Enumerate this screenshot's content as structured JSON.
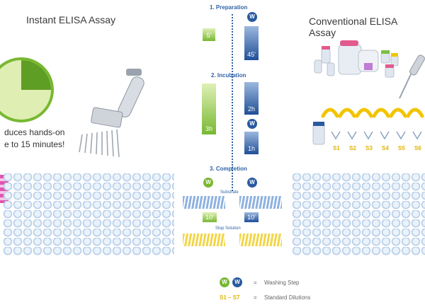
{
  "left": {
    "title": "Instant ELISA Assay",
    "note_line1": "duces hands-on",
    "note_line2": "e to 15 minutes!"
  },
  "right": {
    "title": "Conventional ELISA Assay",
    "dilutions": [
      "S1",
      "S2",
      "S3",
      "S4",
      "S5",
      "S6"
    ]
  },
  "steps": {
    "preparation": "1. Preparation",
    "incubation": "2. Incubation",
    "completion": "3. Completion",
    "substrate": "Substrate",
    "stop_solution": "Stop Solution"
  },
  "bars": {
    "prep_green": "5'",
    "prep_blue": "45'",
    "inc_green": "3h",
    "inc_blue1": "2h",
    "inc_blue2": "1h",
    "comp_green": "10'",
    "comp_blue": "10'"
  },
  "badge_letter": "W",
  "legend": {
    "washing": "Washing Step",
    "dilution_range": "S1 – S7",
    "dilutions": "Standard Dilutions",
    "eq": "="
  },
  "colors": {
    "green": "#78b832",
    "blue": "#2a5aa0",
    "yellow": "#f2c400"
  }
}
